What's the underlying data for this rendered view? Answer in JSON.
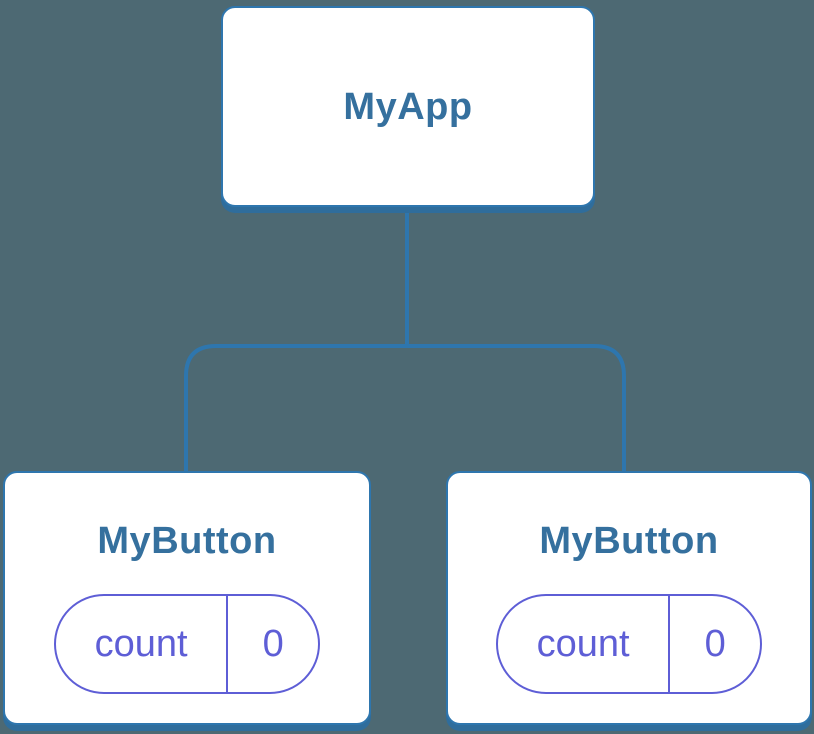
{
  "diagram": {
    "type": "component-tree",
    "root": {
      "label": "MyApp"
    },
    "children": [
      {
        "label": "MyButton",
        "state": {
          "key": "count",
          "value": "0"
        }
      },
      {
        "label": "MyButton",
        "state": {
          "key": "count",
          "value": "0"
        }
      }
    ],
    "colors": {
      "background": "#4d6973",
      "node_background": "#ffffff",
      "node_border": "#2e76ae",
      "node_shadow": "#2f6d9c",
      "node_label": "#35709e",
      "connector": "#2e76ae",
      "state_accent": "#5e5ed6"
    }
  }
}
